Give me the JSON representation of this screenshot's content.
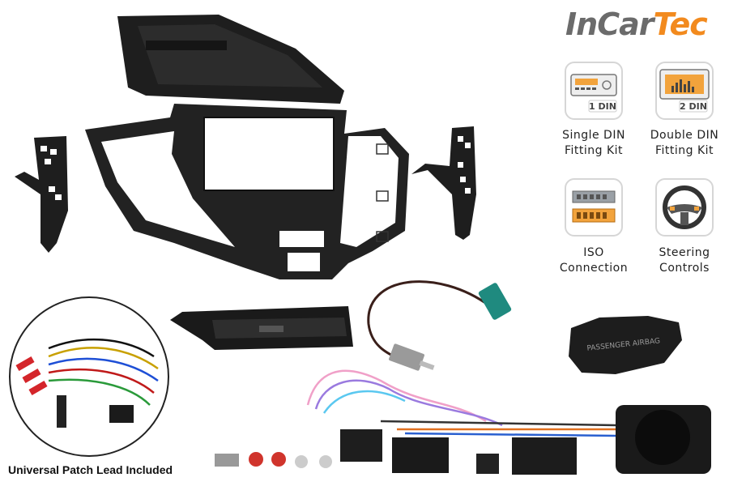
{
  "brand": {
    "part1": "InCar",
    "part2": "Tec",
    "color_grey": "#6b6b6b",
    "color_orange": "#f28a1e"
  },
  "features": [
    {
      "icon": "single-din-radio-icon",
      "badge": "1 DIN",
      "line1": "Single DIN",
      "line2": "Fitting Kit"
    },
    {
      "icon": "double-din-radio-icon",
      "badge": "2 DIN",
      "line1": "Double DIN",
      "line2": "Fitting Kit"
    },
    {
      "icon": "iso-connector-icon",
      "line1": "ISO",
      "line2": "Connection"
    },
    {
      "icon": "steering-wheel-icon",
      "line1": "Steering",
      "line2": "Controls"
    }
  ],
  "airbag_cover": {
    "text": "PASSENGER AIRBAG"
  },
  "caption": "Universal Patch Lead Included"
}
